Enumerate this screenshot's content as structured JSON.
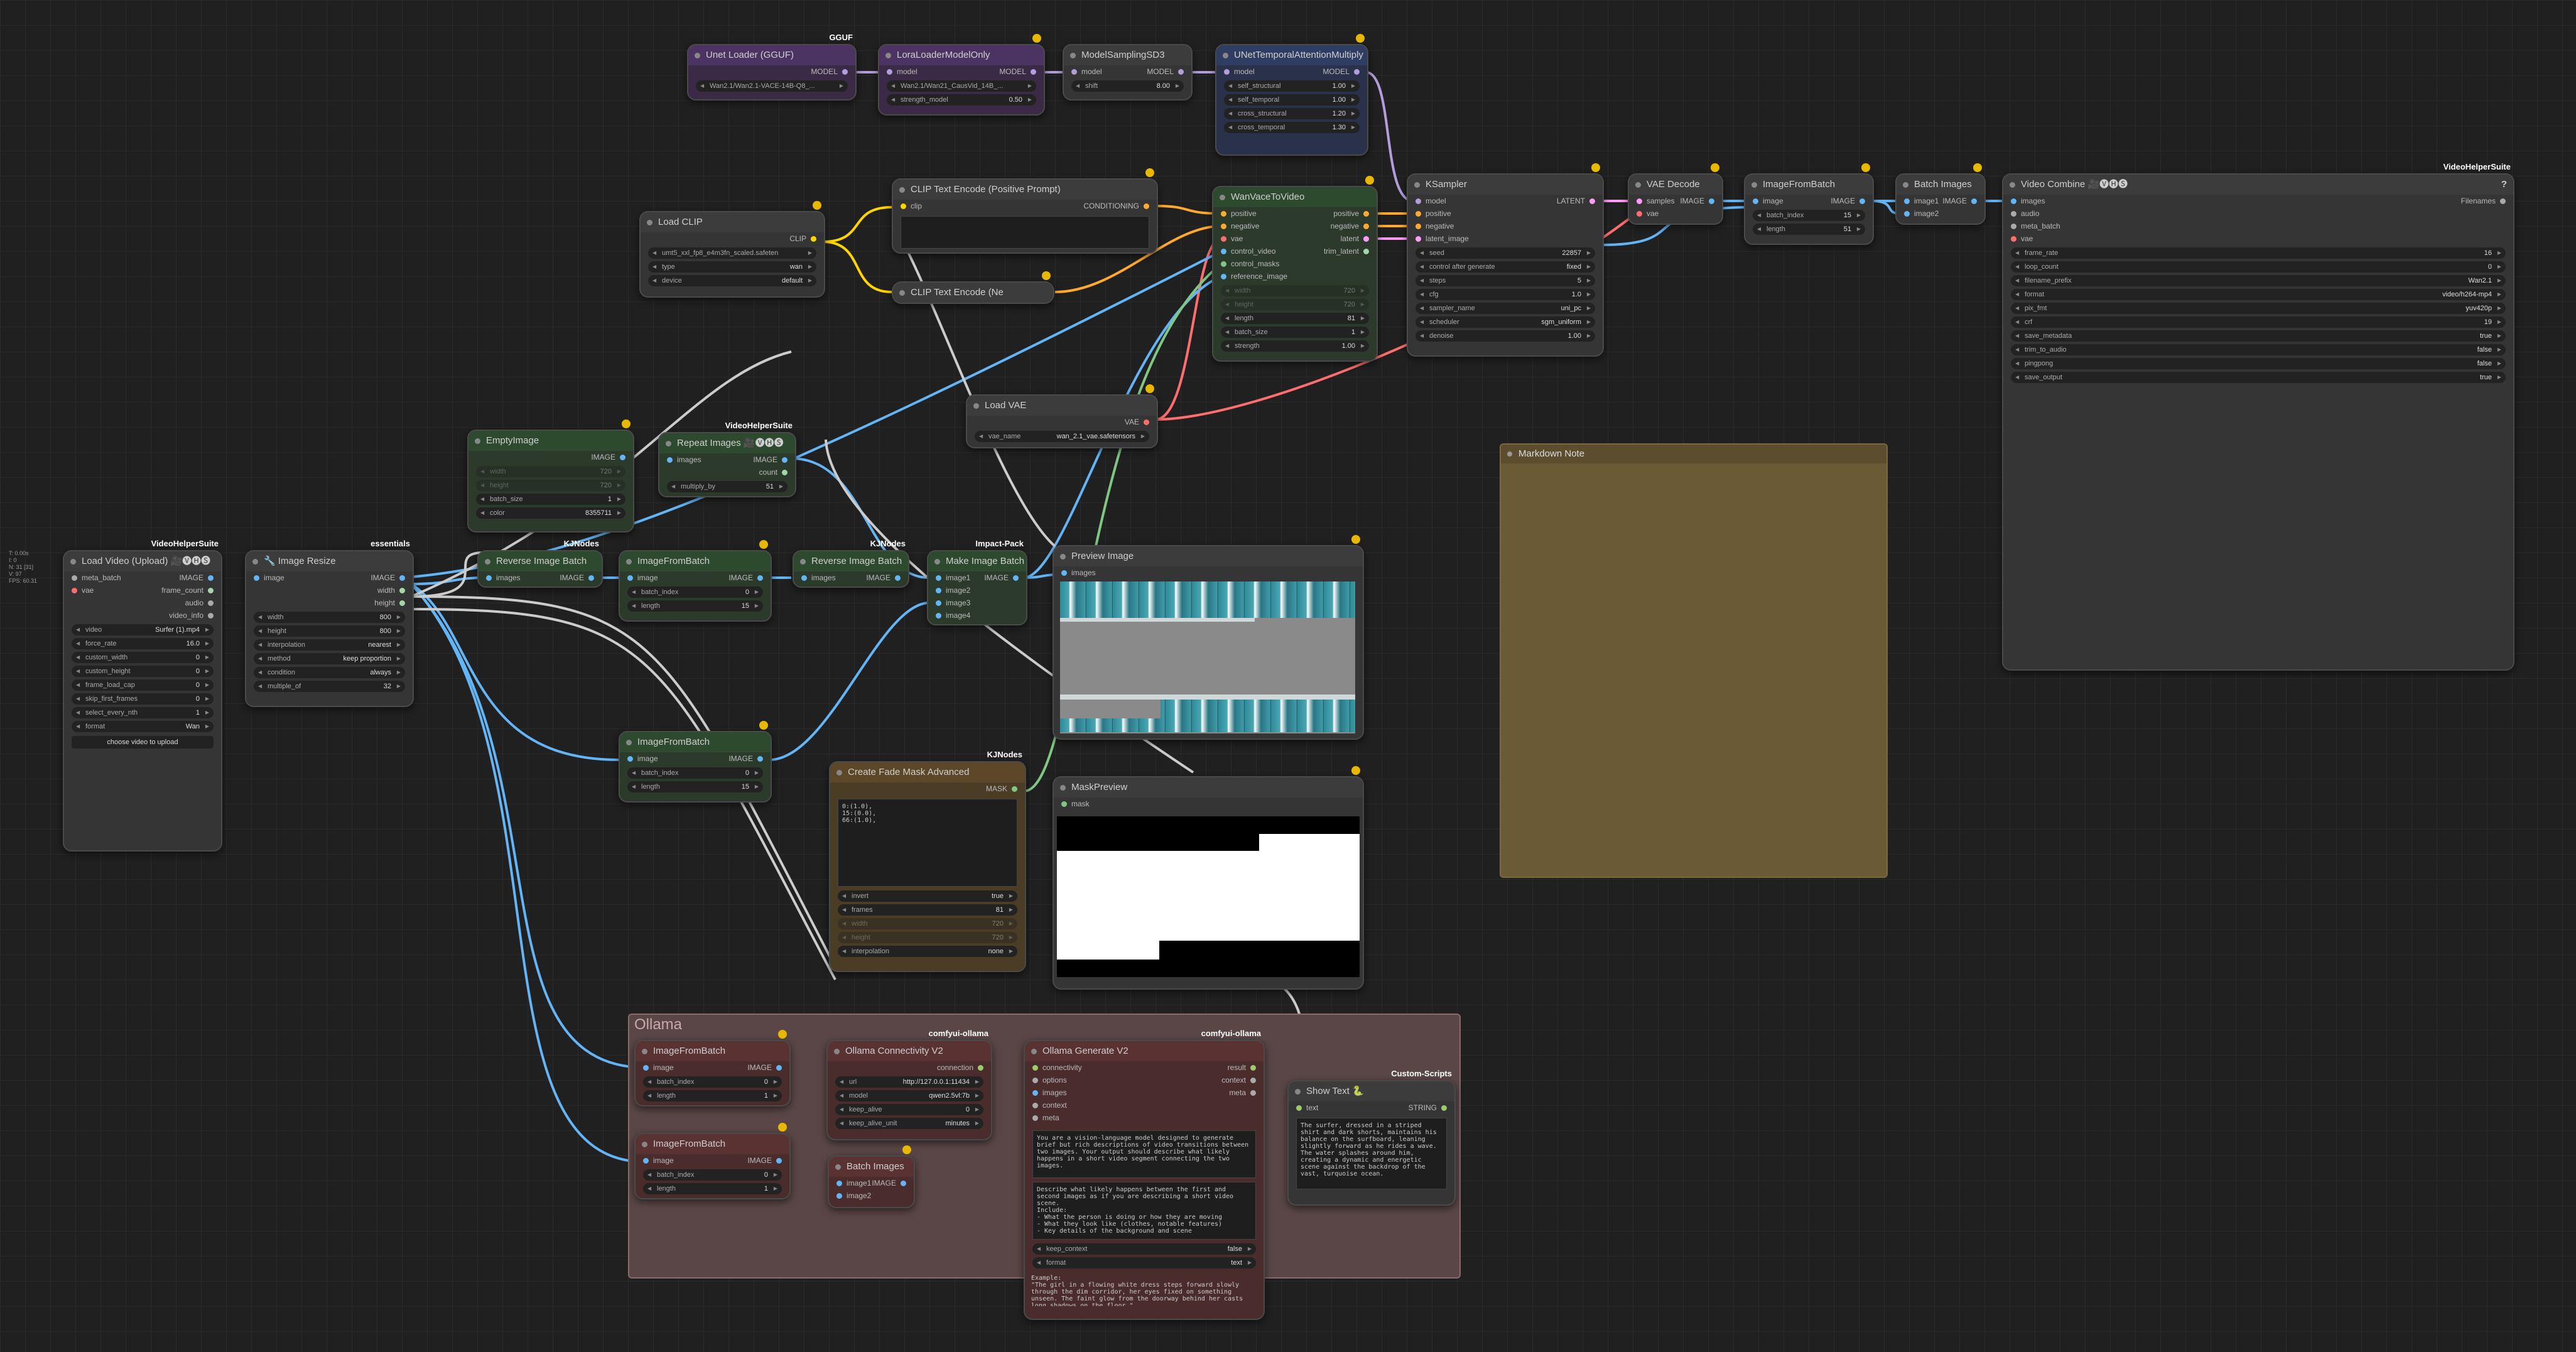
{
  "canvas_info": {
    "lines": [
      "T: 0.00s",
      "I: 0",
      "N: 31 [31]",
      "V: 97",
      "FPS: 60.31"
    ]
  },
  "groups": {
    "markdown": {
      "title": "Markdown Note"
    },
    "ollama": {
      "title": "Ollama"
    }
  },
  "nodes": {
    "unet_loader": {
      "title": "Unet Loader (GGUF)",
      "badge": "GGUF",
      "out": "MODEL",
      "unet_name": "Wan2.1/Wan2.1-VACE-14B-Q8_..."
    },
    "lora_loader": {
      "title": "LoraLoaderModelOnly",
      "in": "model",
      "out": "MODEL",
      "lora_name": "Wan2.1/Wan21_CausVid_14B_...",
      "strength_label": "strength_model",
      "strength": "0.50"
    },
    "model_sampling": {
      "title": "ModelSamplingSD3",
      "in": "model",
      "out": "MODEL",
      "shift_label": "shift",
      "shift": "8.00"
    },
    "unet_temporal": {
      "title": "UNetTemporalAttentionMultiply",
      "in": "model",
      "out": "MODEL",
      "widgets": [
        {
          "label": "self_structural",
          "value": "1.00"
        },
        {
          "label": "self_temporal",
          "value": "1.00"
        },
        {
          "label": "cross_structural",
          "value": "1.20"
        },
        {
          "label": "cross_temporal",
          "value": "1.30"
        }
      ]
    },
    "load_clip": {
      "title": "Load CLIP",
      "out": "CLIP",
      "widgets": [
        {
          "label": "umt5_xxl_fp8_e4m3fn_scaled.safeten",
          "value": ""
        },
        {
          "label": "type",
          "value": "wan"
        },
        {
          "label": "device",
          "value": "default"
        }
      ]
    },
    "clip_pos": {
      "title": "CLIP Text Encode (Positive Prompt)",
      "in": "clip",
      "out": "CONDITIONING"
    },
    "clip_neg": {
      "title": "CLIP Text Encode (Ne"
    },
    "wan_vace": {
      "title": "WanVaceToVideo",
      "inputs": [
        "positive",
        "negative",
        "vae",
        "control_video",
        "control_masks",
        "reference_image"
      ],
      "outputs": [
        "positive",
        "negative",
        "latent",
        "trim_latent"
      ],
      "widgets": [
        {
          "label": "width",
          "value": "720"
        },
        {
          "label": "height",
          "value": "720"
        },
        {
          "label": "length",
          "value": "81"
        },
        {
          "label": "batch_size",
          "value": "1"
        },
        {
          "label": "strength",
          "value": "1.00"
        }
      ]
    },
    "ksampler": {
      "title": "KSampler",
      "inputs": [
        "model",
        "positive",
        "negative",
        "latent_image"
      ],
      "out": "LATENT",
      "widgets": [
        {
          "label": "seed",
          "value": "22857"
        },
        {
          "label": "control after generate",
          "value": "fixed"
        },
        {
          "label": "steps",
          "value": "5"
        },
        {
          "label": "cfg",
          "value": "1.0"
        },
        {
          "label": "sampler_name",
          "value": "uni_pc"
        },
        {
          "label": "scheduler",
          "value": "sgm_uniform"
        },
        {
          "label": "denoise",
          "value": "1.00"
        }
      ]
    },
    "vae_decode": {
      "title": "VAE Decode",
      "inputs": [
        "samples",
        "vae"
      ],
      "out": "IMAGE"
    },
    "image_from_batch_top": {
      "title": "ImageFromBatch",
      "in": "image",
      "out": "IMAGE",
      "widgets": [
        {
          "label": "batch_index",
          "value": "15"
        },
        {
          "label": "length",
          "value": "51"
        }
      ]
    },
    "batch_images_top": {
      "title": "Batch Images",
      "inputs": [
        "image1",
        "image2"
      ],
      "out": "IMAGE"
    },
    "video_combine": {
      "title": "Video Combine 🎥🅥🅗🅢",
      "badge": "VideoHelperSuite",
      "inputs": [
        "images",
        "audio",
        "meta_batch",
        "vae"
      ],
      "out": "Filenames",
      "widgets": [
        {
          "label": "frame_rate",
          "value": "16"
        },
        {
          "label": "loop_count",
          "value": "0"
        },
        {
          "label": "filename_prefix",
          "value": "Wan2.1"
        },
        {
          "label": "format",
          "value": "video/h264-mp4"
        },
        {
          "label": "pix_fmt",
          "value": "yuv420p"
        },
        {
          "label": "crf",
          "value": "19"
        },
        {
          "label": "save_metadata",
          "value": "true"
        },
        {
          "label": "trim_to_audio",
          "value": "false"
        },
        {
          "label": "pingpong",
          "value": "false"
        },
        {
          "label": "save_output",
          "value": "true"
        }
      ]
    },
    "load_vae": {
      "title": "Load VAE",
      "out": "VAE",
      "vae_label": "vae_name",
      "vae_name": "wan_2.1_vae.safetensors"
    },
    "empty_image": {
      "title": "EmptyImage",
      "out": "IMAGE",
      "widgets": [
        {
          "label": "width",
          "value": "720"
        },
        {
          "label": "height",
          "value": "720"
        },
        {
          "label": "batch_size",
          "value": "1"
        },
        {
          "label": "color",
          "value": "8355711"
        }
      ]
    },
    "repeat_images": {
      "title": "Repeat Images 🎥🅥🅗🅢",
      "badge": "VideoHelperSuite",
      "in": "images",
      "outputs": [
        "IMAGE",
        "count"
      ],
      "widget": {
        "label": "multiply_by",
        "value": "51"
      }
    },
    "load_video": {
      "title": "Load Video (Upload) 🎥🅥🅗🅢",
      "badge": "VideoHelperSuite",
      "inputs": [
        "meta_batch",
        "vae"
      ],
      "outputs": [
        "IMAGE",
        "frame_count",
        "audio",
        "video_info"
      ],
      "widgets": [
        {
          "label": "video",
          "value": "Surfer (1).mp4"
        },
        {
          "label": "force_rate",
          "value": "16.0"
        },
        {
          "label": "custom_width",
          "value": "0"
        },
        {
          "label": "custom_height",
          "value": "0"
        },
        {
          "label": "frame_load_cap",
          "value": "0"
        },
        {
          "label": "skip_first_frames",
          "value": "0"
        },
        {
          "label": "select_every_nth",
          "value": "1"
        },
        {
          "label": "format",
          "value": "Wan"
        }
      ],
      "upload": "choose video to upload"
    },
    "image_resize": {
      "title": "🔧 Image Resize",
      "badge": "essentials",
      "in": "image",
      "outputs": [
        "IMAGE",
        "width",
        "height"
      ],
      "widgets": [
        {
          "label": "width",
          "value": "800"
        },
        {
          "label": "height",
          "value": "800"
        },
        {
          "label": "interpolation",
          "value": "nearest"
        },
        {
          "label": "method",
          "value": "keep proportion"
        },
        {
          "label": "condition",
          "value": "always"
        },
        {
          "label": "multiple_of",
          "value": "32"
        }
      ]
    },
    "reverse_1": {
      "title": "Reverse Image Batch",
      "badge": "KJNodes",
      "in": "images",
      "out": "IMAGE"
    },
    "ifb_1": {
      "title": "ImageFromBatch",
      "in": "image",
      "out": "IMAGE",
      "widgets": [
        {
          "label": "batch_index",
          "value": "0"
        },
        {
          "label": "length",
          "value": "15"
        }
      ]
    },
    "reverse_2": {
      "title": "Reverse Image Batch",
      "badge": "KJNodes",
      "in": "images",
      "out": "IMAGE"
    },
    "make_batch": {
      "title": "Make Image Batch",
      "badge": "Impact-Pack",
      "inputs": [
        "image1",
        "image2",
        "image3",
        "image4"
      ],
      "out": "IMAGE"
    },
    "preview_image": {
      "title": "Preview Image",
      "in": "images"
    },
    "ifb_2": {
      "title": "ImageFromBatch",
      "in": "image",
      "out": "IMAGE",
      "widgets": [
        {
          "label": "batch_index",
          "value": "0"
        },
        {
          "label": "length",
          "value": "15"
        }
      ]
    },
    "fade_mask": {
      "title": "Create Fade Mask Advanced",
      "badge": "KJNodes",
      "out": "MASK",
      "text": "0:(1.0),\n15:(0.0),\n66:(1.0),",
      "widgets": [
        {
          "label": "invert",
          "value": "true"
        },
        {
          "label": "frames",
          "value": "81"
        },
        {
          "label": "width",
          "value": "720"
        },
        {
          "label": "height",
          "value": "720"
        },
        {
          "label": "interpolation",
          "value": "none"
        }
      ]
    },
    "mask_preview": {
      "title": "MaskPreview",
      "in": "mask"
    },
    "ollama_ifb_1": {
      "title": "ImageFromBatch",
      "in": "image",
      "out": "IMAGE",
      "widgets": [
        {
          "label": "batch_index",
          "value": "0"
        },
        {
          "label": "length",
          "value": "1"
        }
      ]
    },
    "ollama_ifb_2": {
      "title": "ImageFromBatch",
      "in": "image",
      "out": "IMAGE",
      "widgets": [
        {
          "label": "batch_index",
          "value": "0"
        },
        {
          "label": "length",
          "value": "1"
        }
      ]
    },
    "ollama_conn": {
      "title": "Ollama Connectivity V2",
      "badge": "comfyui-ollama",
      "out": "connection",
      "widgets": [
        {
          "label": "url",
          "value": "http://127.0.0.1:11434"
        },
        {
          "label": "model",
          "value": "qwen2.5vl:7b"
        },
        {
          "label": "keep_alive",
          "value": "0"
        },
        {
          "label": "keep_alive_unit",
          "value": "minutes"
        }
      ]
    },
    "ollama_batch": {
      "title": "Batch Images",
      "inputs": [
        "image1",
        "image2"
      ],
      "out": "IMAGE"
    },
    "ollama_gen": {
      "title": "Ollama Generate V2",
      "badge": "comfyui-ollama",
      "inputs": [
        "connectivity",
        "options",
        "images",
        "context",
        "meta"
      ],
      "outputs": [
        "result",
        "context",
        "meta"
      ],
      "system": "You are a vision-language model designed to generate brief but rich descriptions of video transitions between two images. Your output should describe what likely happens in a short video segment connecting the two images.",
      "prompt": "Describe what likely happens between the first and second images as if you are describing a short video scene.\nInclude:\n- What the person is doing or how they are moving\n- What they look like (clothes, notable features)\n- Key details of the background and scene",
      "keep_context_label": "keep_context",
      "keep_context": "false",
      "format_label": "format",
      "format": "text",
      "result": "Example:\n\"The girl in a flowing white dress steps forward slowly through the dim corridor, her eyes fixed on something unseen. The faint glow from the doorway behind her casts long shadows on the floor.\""
    },
    "show_text": {
      "title": "Show Text 🐍",
      "badge": "Custom-Scripts",
      "in": "text",
      "out": "STRING",
      "text": "The surfer, dressed in a striped shirt and dark shorts, maintains his balance on the surfboard, leaning slightly forward as he rides a wave. The water splashes around him, creating a dynamic and energetic scene against the backdrop of the vast, turquoise ocean."
    }
  }
}
